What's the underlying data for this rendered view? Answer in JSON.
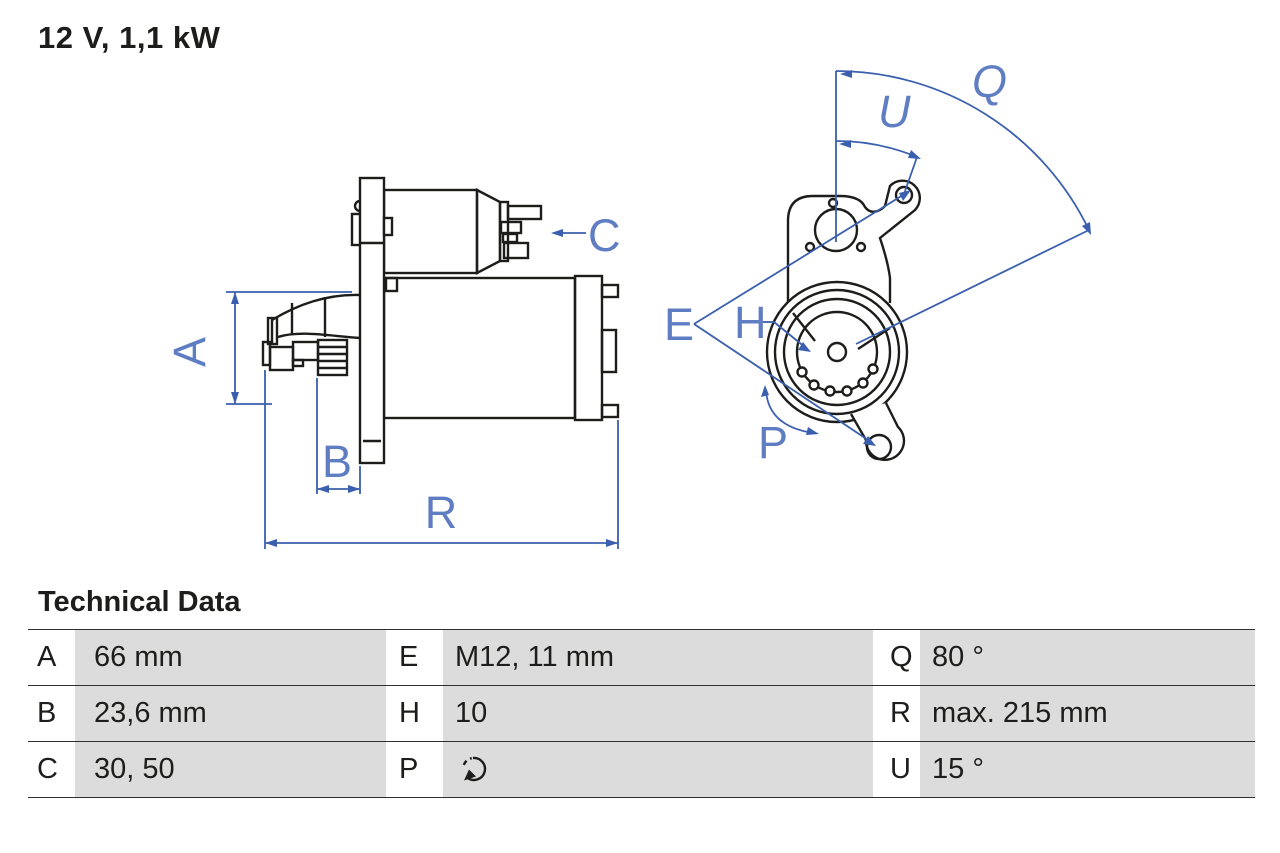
{
  "title": "12 V, 1,1 kW",
  "diagram": {
    "description": "starter-motor two-view technical drawing",
    "line_color": "#3a5fae",
    "label_color": "#5f7dc2",
    "outline_color": "#1d1d1b",
    "labels": {
      "a": "A",
      "b": "B",
      "c": "C",
      "e": "E",
      "h": "H",
      "p": "P",
      "q": "Q",
      "r": "R",
      "u": "U"
    }
  },
  "technical_data": {
    "heading": "Technical Data",
    "rows": [
      [
        {
          "key": "A",
          "value": "66 mm"
        },
        {
          "key": "E",
          "value": "M12, 11 mm"
        },
        {
          "key": "Q",
          "value": "80 °"
        }
      ],
      [
        {
          "key": "B",
          "value": "23,6 mm"
        },
        {
          "key": "H",
          "value": "10"
        },
        {
          "key": "R",
          "value": "max. 215 mm"
        }
      ],
      [
        {
          "key": "C",
          "value": "30, 50"
        },
        {
          "key": "P",
          "value": "",
          "icon": "rotation-direction-icon"
        },
        {
          "key": "U",
          "value": "15 °"
        }
      ]
    ]
  }
}
